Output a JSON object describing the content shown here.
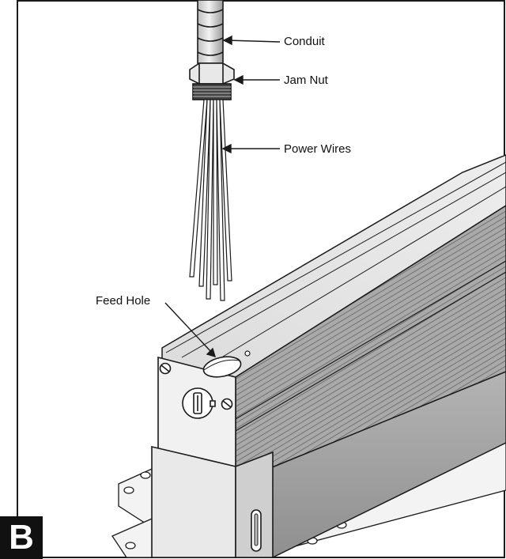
{
  "figure": {
    "callouts": {
      "conduit": "Conduit",
      "jam_nut": "Jam Nut",
      "power_wires": "Power Wires",
      "feed_hole": "Feed Hole"
    },
    "panel_letter": "B",
    "colors": {
      "line": "#1a1a1a",
      "metal_light": "#e6e6e6",
      "metal_mid": "#c9c9c9",
      "metal_dark": "#9a9a9a",
      "badge_bg": "#111111",
      "badge_text": "#ffffff"
    }
  }
}
